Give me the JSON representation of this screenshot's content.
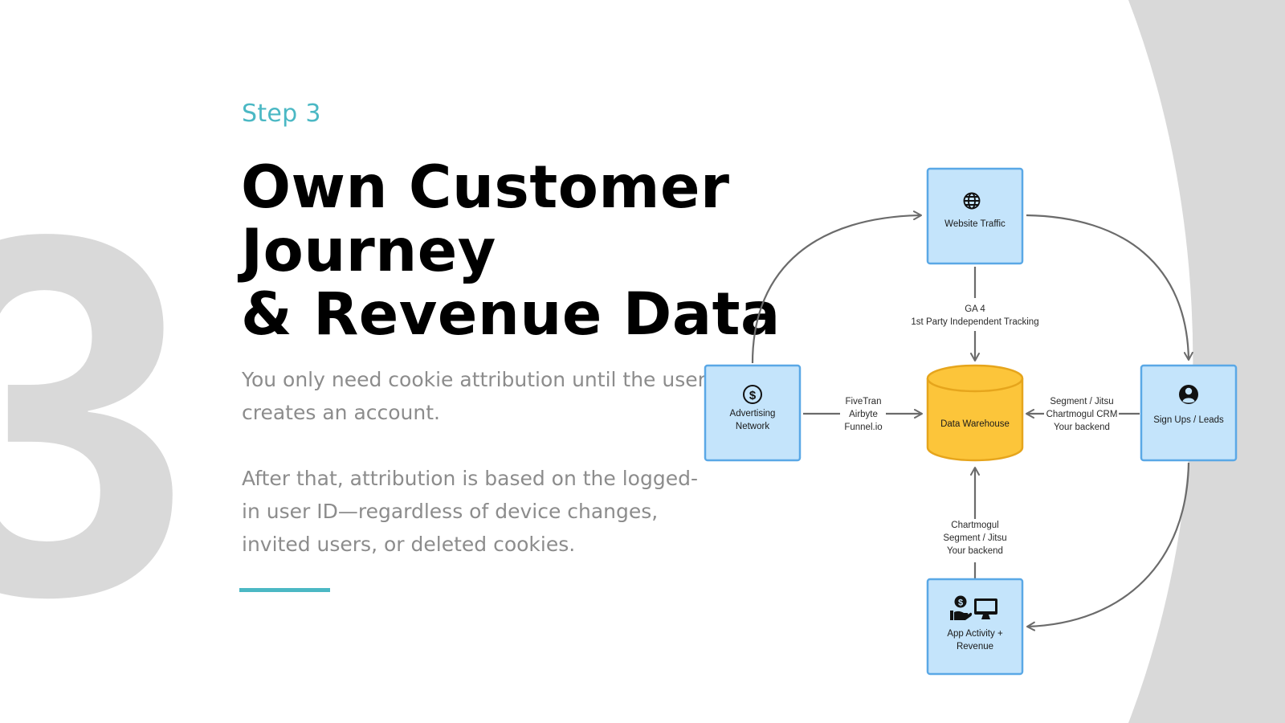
{
  "slide": {
    "big_number": "3",
    "step_label": "Step 3",
    "title_lines": [
      "Own Customer",
      "Journey",
      "& Revenue Data"
    ],
    "paragraphs": [
      "You only need cookie attribution until the user creates an account.",
      "After that, attribution is based on the logged-in user ID—regardless of device changes, invited users, or deleted cookies."
    ]
  },
  "diagram": {
    "nodes": {
      "website_traffic": {
        "lines": [
          "Website Traffic"
        ],
        "icon": "globe-icon"
      },
      "advertising_network": {
        "lines": [
          "Advertising",
          "Network"
        ],
        "icon": "dollar-circle-icon"
      },
      "data_warehouse": {
        "lines": [
          "Data Warehouse"
        ],
        "icon": "database-cylinder"
      },
      "sign_ups": {
        "lines": [
          "Sign Ups / Leads"
        ],
        "icon": "user-circle-icon"
      },
      "app_activity": {
        "lines": [
          "App Activity +",
          "Revenue"
        ],
        "icon": "money-hand-and-monitor-icons"
      }
    },
    "edge_labels": {
      "top": [
        "GA 4",
        "1st Party Independent Tracking"
      ],
      "left": [
        "FiveTran",
        "Airbyte",
        "Funnel.io"
      ],
      "right": [
        "Segment / Jitsu",
        "Chartmogul CRM",
        "Your backend"
      ],
      "bottom": [
        "Chartmogul",
        "Segment / Jitsu",
        "Your backend"
      ]
    }
  },
  "colors": {
    "accent": "#4bb8c4",
    "node_fill": "#c4e4fb",
    "node_stroke": "#5aa8e6",
    "warehouse_fill": "#fcc53a",
    "warehouse_stroke": "#e6a51c",
    "background_shape": "#d9d9d9",
    "arrow": "#6b6b6b"
  }
}
